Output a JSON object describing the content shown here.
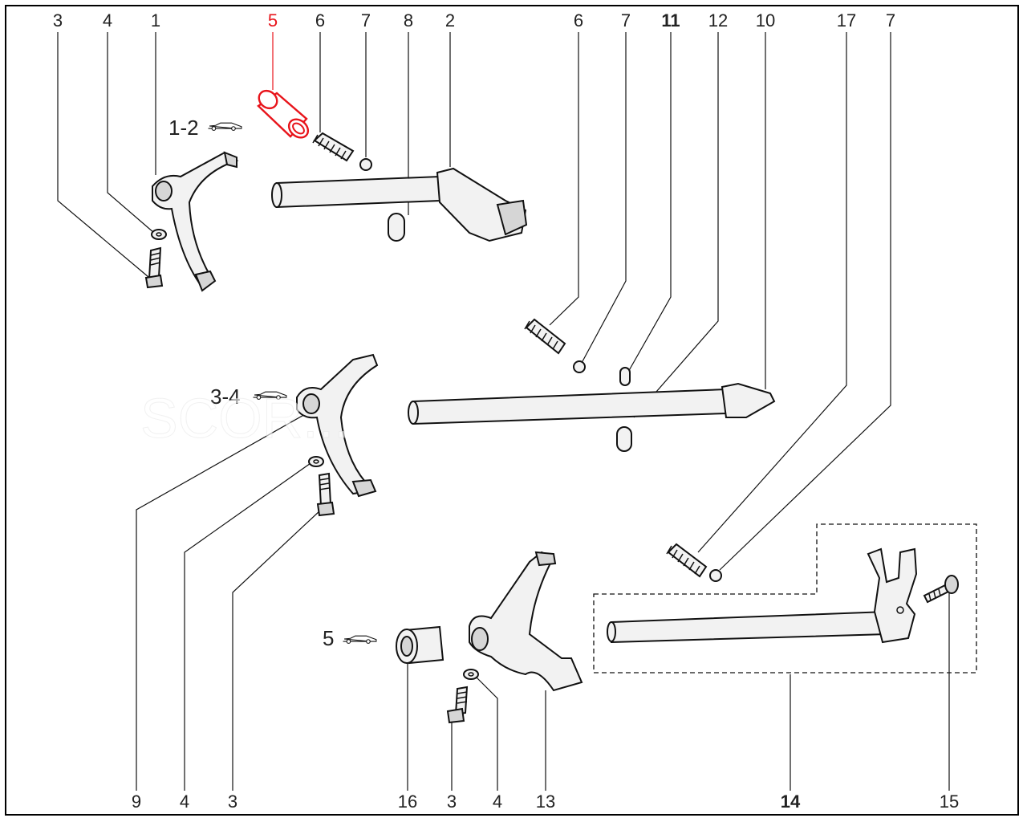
{
  "callouts_top": [
    "3",
    "4",
    "1",
    "5",
    "6",
    "7",
    "8",
    "2",
    "6",
    "7",
    "11",
    "12",
    "10",
    "17",
    "7"
  ],
  "callouts_bottom": [
    "9",
    "4",
    "3",
    "16",
    "3",
    "4",
    "13",
    "14",
    "15"
  ],
  "group_labels": [
    "1-2",
    "3-4",
    "5"
  ],
  "watermark": "SCOR...",
  "colors": {
    "highlight": "#e8141b",
    "line": "#111111",
    "text": "#222222"
  },
  "icons": [
    "car-icon"
  ]
}
